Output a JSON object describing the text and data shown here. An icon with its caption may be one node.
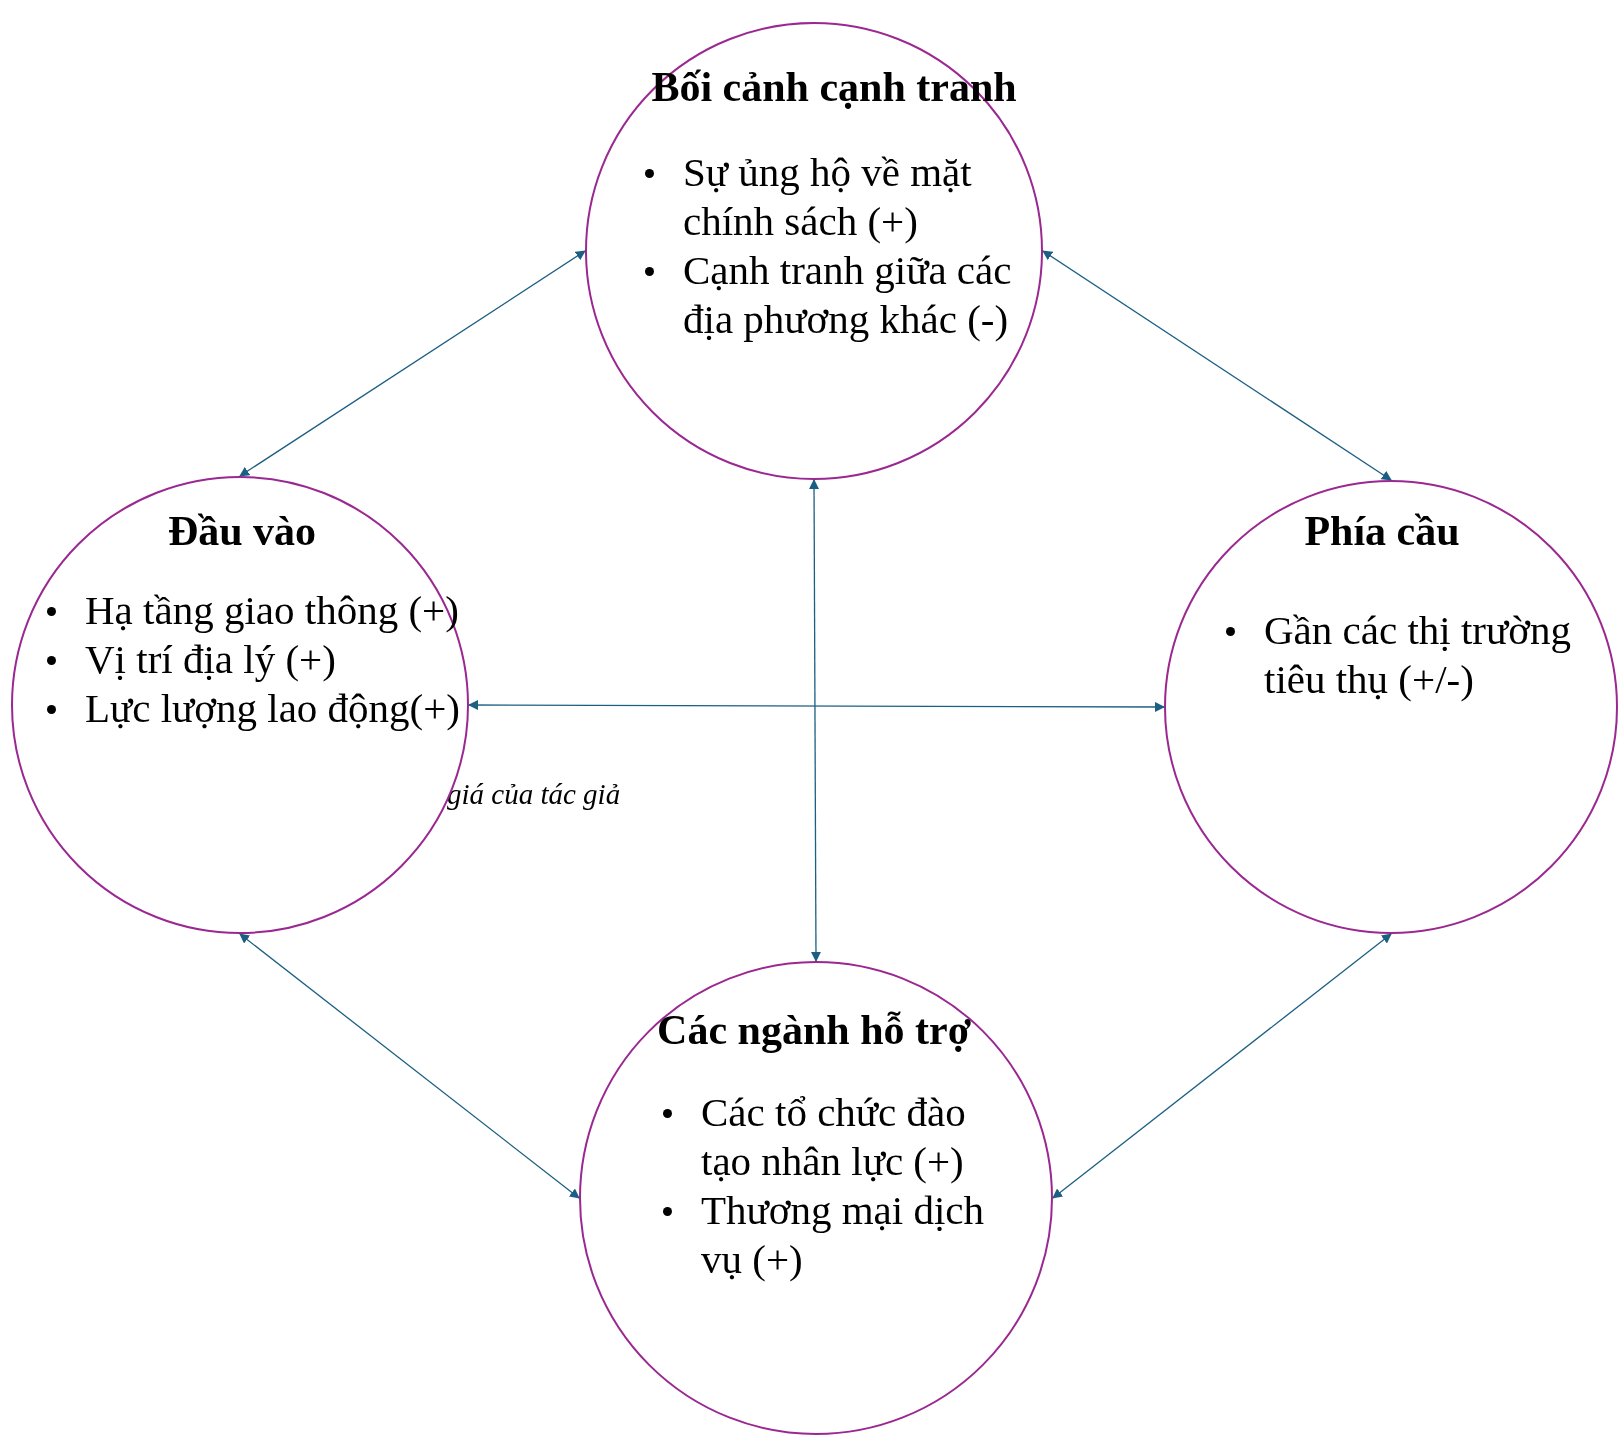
{
  "diagram": {
    "nodes": [
      {
        "text": [
          "Bối cảnh cạnh tranh",
          "Sự ủng hộ về mặt chính sách (+)",
          "Cạnh tranh giữa các địa phương khác (-)"
        ]
      },
      {
        "text": [
          "Đầu vào",
          "Hạ tầng giao thông (+)",
          "Vị trí địa lý (+)",
          "Lực lượng lao động(+)"
        ]
      },
      {
        "text": [
          "Phía cầu",
          "Gần các thị trường tiêu thụ (+/-)"
        ]
      },
      {
        "text": [
          "Các ngành hỗ trợ",
          "Các tổ chức đào tạo nhân lực (+)",
          "Thương mại dịch vụ (+)"
        ]
      }
    ],
    "edges": [
      {
        "from": 0,
        "to": 1,
        "arrow": "both"
      },
      {
        "from": 0,
        "to": 2,
        "arrow": "both"
      },
      {
        "from": 1,
        "to": 3,
        "arrow": "both"
      },
      {
        "from": 2,
        "to": 3,
        "arrow": "both"
      },
      {
        "from": 0,
        "to": 3,
        "arrow": "both"
      },
      {
        "from": 1,
        "to": 2,
        "arrow": "both"
      }
    ],
    "labels": [
      "giá của tác giả"
    ]
  }
}
